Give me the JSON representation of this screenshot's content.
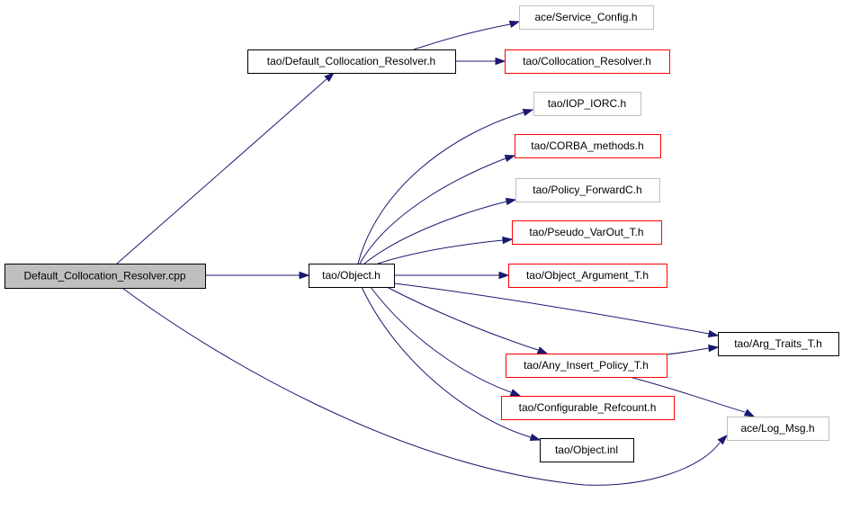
{
  "graph": {
    "colors": {
      "edge": "#191970",
      "root_fill": "#bfbfbf",
      "node_fill": "#ffffff",
      "border_black": "#000000",
      "border_red": "#ff0000",
      "border_gray": "#bfbfbf"
    },
    "nodes": {
      "root": {
        "label": "Default_Collocation_Resolver.cpp",
        "border": "black",
        "fill": "root"
      },
      "default_collocation_resolver_h": {
        "label": "tao/Default_Collocation_Resolver.h",
        "border": "black",
        "fill": "white"
      },
      "service_config_h": {
        "label": "ace/Service_Config.h",
        "border": "gray",
        "fill": "white"
      },
      "collocation_resolver_h": {
        "label": "tao/Collocation_Resolver.h",
        "border": "red",
        "fill": "white"
      },
      "iop_iorc_h": {
        "label": "tao/IOP_IORC.h",
        "border": "gray",
        "fill": "white"
      },
      "corba_methods_h": {
        "label": "tao/CORBA_methods.h",
        "border": "red",
        "fill": "white"
      },
      "policy_forwardc_h": {
        "label": "tao/Policy_ForwardC.h",
        "border": "gray",
        "fill": "white"
      },
      "pseudo_varout_t_h": {
        "label": "tao/Pseudo_VarOut_T.h",
        "border": "red",
        "fill": "white"
      },
      "object_h": {
        "label": "tao/Object.h",
        "border": "black",
        "fill": "white"
      },
      "object_argument_t_h": {
        "label": "tao/Object_Argument_T.h",
        "border": "red",
        "fill": "white"
      },
      "arg_traits_t_h": {
        "label": "tao/Arg_Traits_T.h",
        "border": "black",
        "fill": "white"
      },
      "any_insert_policy_t_h": {
        "label": "tao/Any_Insert_Policy_T.h",
        "border": "red",
        "fill": "white"
      },
      "configurable_refcount_h": {
        "label": "tao/Configurable_Refcount.h",
        "border": "red",
        "fill": "white"
      },
      "log_msg_h": {
        "label": "ace/Log_Msg.h",
        "border": "gray",
        "fill": "white"
      },
      "object_inl": {
        "label": "tao/Object.inl",
        "border": "black",
        "fill": "white"
      }
    },
    "edges": [
      {
        "from": "root",
        "to": "default_collocation_resolver_h"
      },
      {
        "from": "root",
        "to": "object_h"
      },
      {
        "from": "root",
        "to": "log_msg_h"
      },
      {
        "from": "default_collocation_resolver_h",
        "to": "service_config_h"
      },
      {
        "from": "default_collocation_resolver_h",
        "to": "collocation_resolver_h"
      },
      {
        "from": "object_h",
        "to": "iop_iorc_h"
      },
      {
        "from": "object_h",
        "to": "corba_methods_h"
      },
      {
        "from": "object_h",
        "to": "policy_forwardc_h"
      },
      {
        "from": "object_h",
        "to": "pseudo_varout_t_h"
      },
      {
        "from": "object_h",
        "to": "object_argument_t_h"
      },
      {
        "from": "object_h",
        "to": "arg_traits_t_h"
      },
      {
        "from": "object_h",
        "to": "any_insert_policy_t_h"
      },
      {
        "from": "object_h",
        "to": "configurable_refcount_h"
      },
      {
        "from": "object_h",
        "to": "object_inl"
      },
      {
        "from": "any_insert_policy_t_h",
        "to": "arg_traits_t_h"
      },
      {
        "from": "any_insert_policy_t_h",
        "to": "log_msg_h"
      }
    ]
  }
}
